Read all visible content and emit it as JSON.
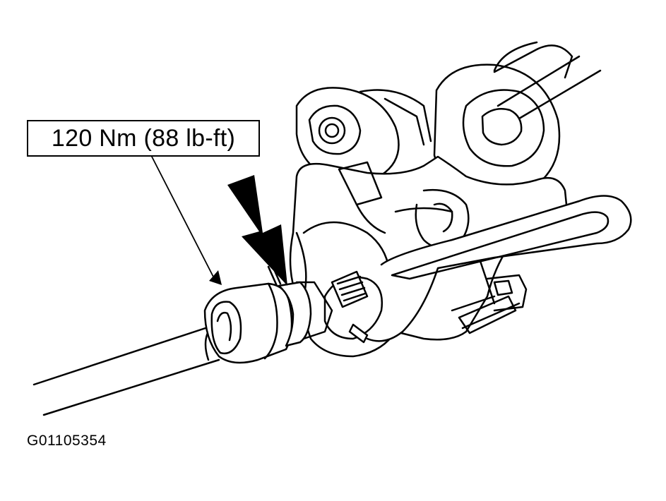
{
  "figure": {
    "torque_label": "120 Nm (88 lb-ft)",
    "figure_id": "G01105354",
    "colors": {
      "ink": "#000000",
      "paper": "#ffffff"
    },
    "parts": [
      "tie-rod",
      "inner-tie-rod-ball-joint",
      "jam-nut",
      "adjustable-wrench",
      "steering-gear-housing",
      "pinion-housing",
      "mounting-bushing-left",
      "mounting-bushing-right",
      "indicator-arrow"
    ]
  }
}
